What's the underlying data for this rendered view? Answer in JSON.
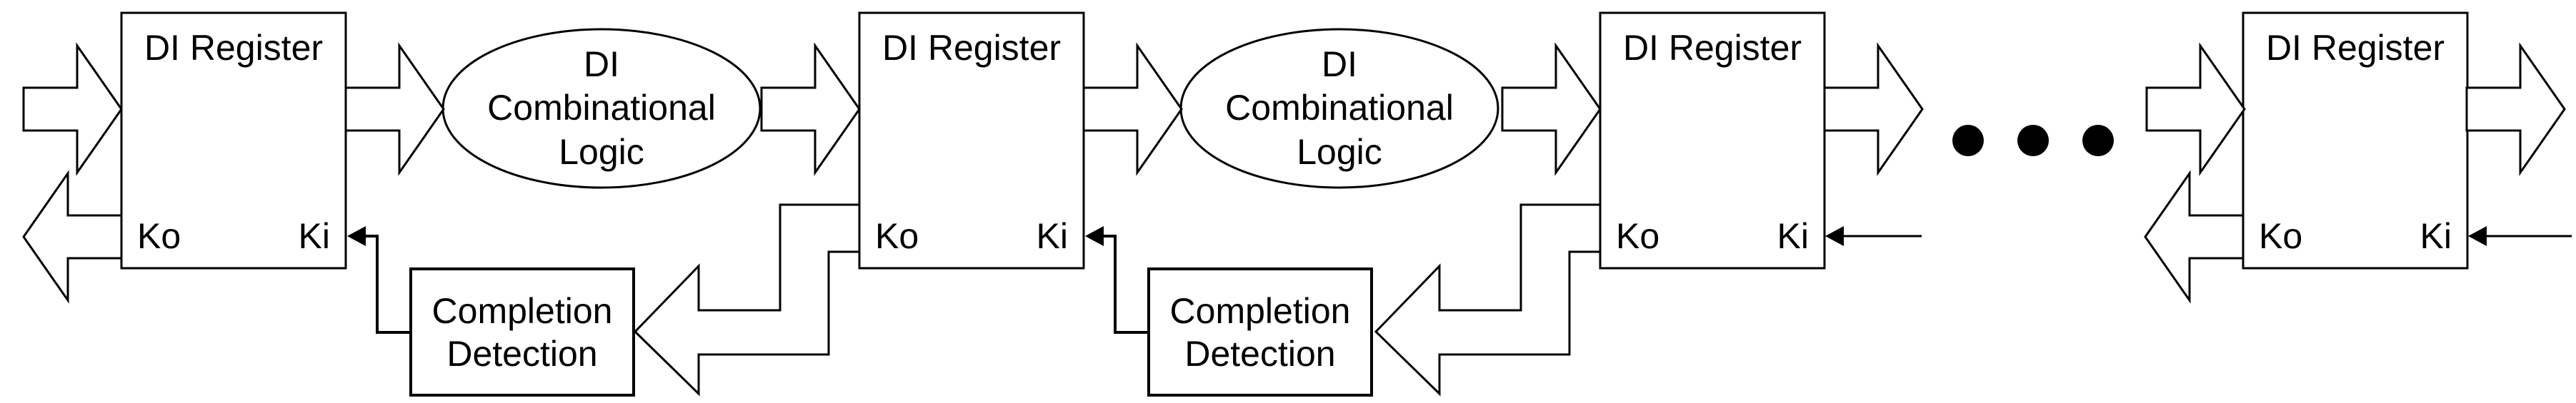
{
  "colors": {
    "line": "#000000",
    "background": "#ffffff",
    "arrow_fill": "#ffffff",
    "dot_fill": "#000000"
  },
  "registers": [
    {
      "title": "DI Register",
      "ko_label": "Ko",
      "ki_label": "Ki"
    },
    {
      "title": "DI Register",
      "ko_label": "Ko",
      "ki_label": "Ki"
    },
    {
      "title": "DI Register",
      "ko_label": "Ko",
      "ki_label": "Ki"
    },
    {
      "title": "DI Register",
      "ko_label": "Ko",
      "ki_label": "Ki"
    }
  ],
  "logic_blocks": [
    {
      "lines": [
        "DI",
        "Combinational",
        "Logic"
      ]
    },
    {
      "lines": [
        "DI",
        "Combinational",
        "Logic"
      ]
    }
  ],
  "completion_blocks": [
    {
      "lines": [
        "Completion",
        "Detection"
      ]
    },
    {
      "lines": [
        "Completion",
        "Detection"
      ]
    }
  ],
  "ellipsis_dot_count": 3
}
